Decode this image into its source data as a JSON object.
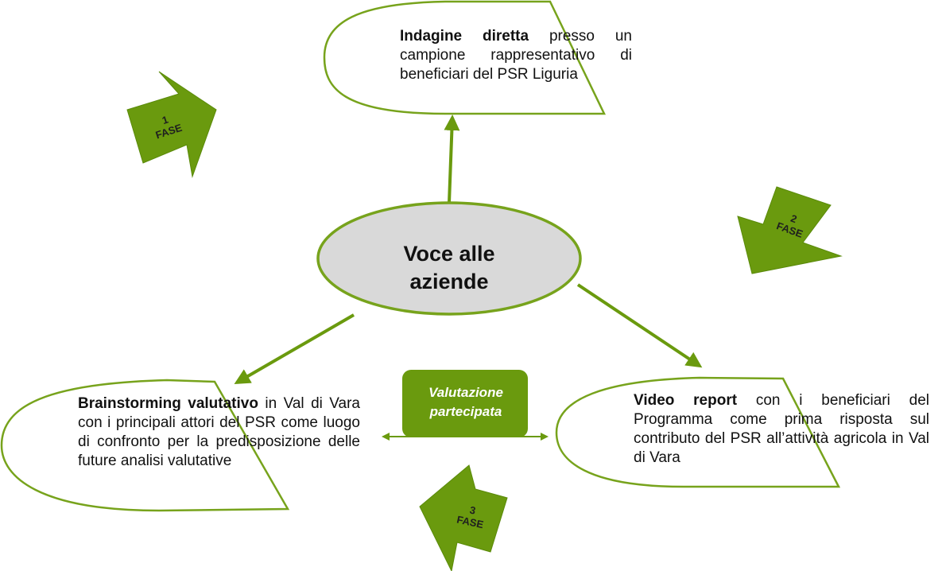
{
  "center": {
    "line1": "Voce alle",
    "line2": "aziende"
  },
  "top_box": {
    "bold": "Indagine diretta",
    "rest": " presso un campione rappresentativo di beneficiari del PSR Liguria"
  },
  "left_box": {
    "bold": "Brainstorming valutativo",
    "rest": " in Val di Vara con i principali attori del PSR come luogo di confronto per la predisposizione delle future analisi valutative"
  },
  "right_box": {
    "bold": "Video report",
    "rest": " con i beneficiari del Programma come prima risposta sul contributo del PSR all’attività agricola in Val di Vara"
  },
  "badge": {
    "line1": "Valutazione",
    "line2": "partecipata"
  },
  "phases": [
    {
      "num": "1",
      "label": "FASE"
    },
    {
      "num": "2",
      "label": "FASE"
    },
    {
      "num": "3",
      "label": "FASE"
    }
  ],
  "colors": {
    "green": "#6a9a0e",
    "dark_green": "#5a8a0a",
    "ellipse_fill": "#d9d9d9",
    "outline": "#77a31c"
  }
}
